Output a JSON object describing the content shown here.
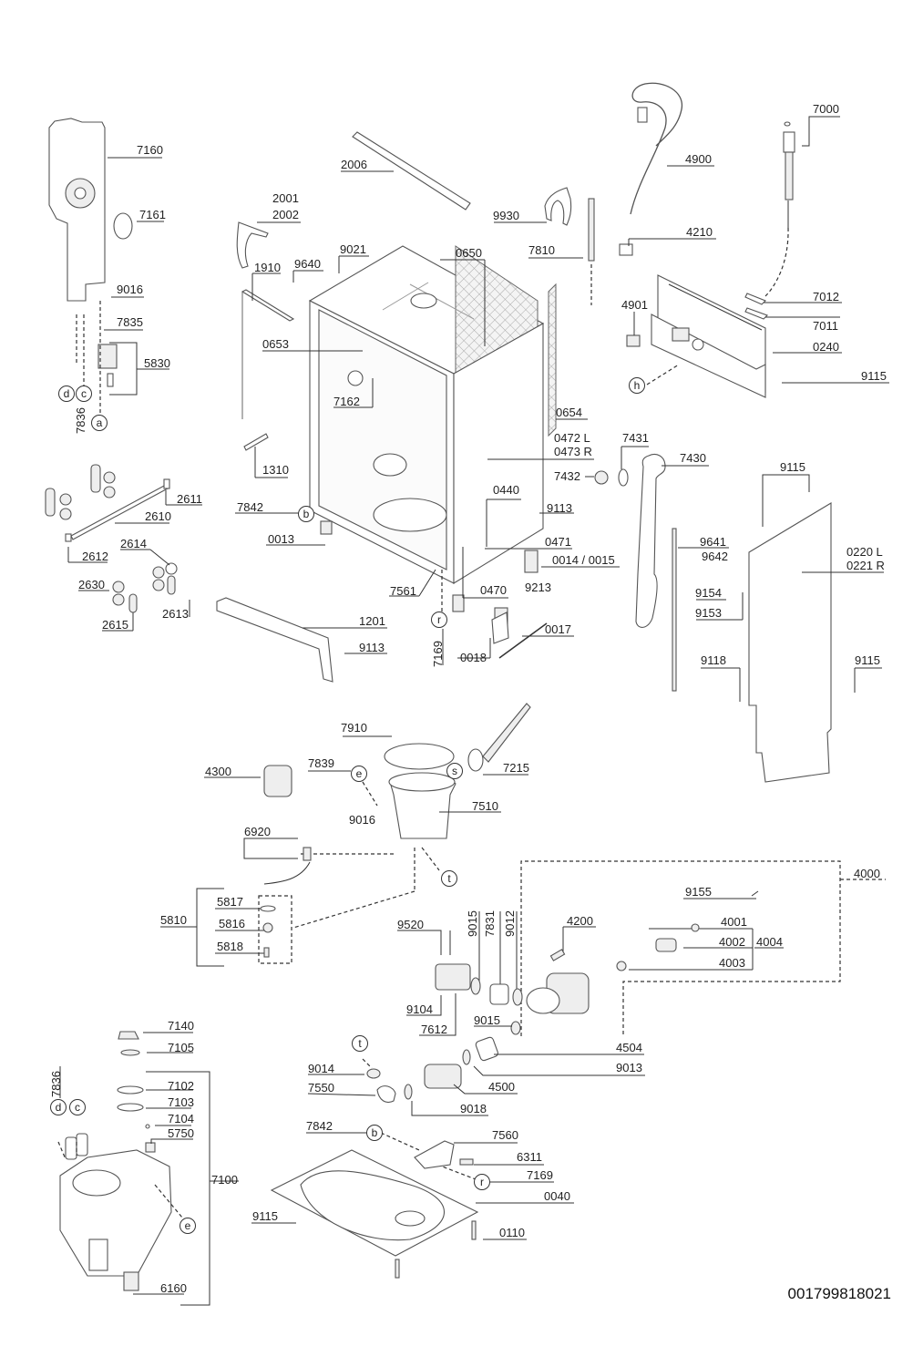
{
  "document_id": "001799818021",
  "groups": {
    "water_softener_side": {
      "labels": [
        "7160",
        "7161",
        "9016",
        "7835",
        "5830",
        "7836"
      ],
      "connectors": [
        "a",
        "c",
        "d"
      ]
    },
    "top": {
      "labels": [
        "2006",
        "2001",
        "2002",
        "9930",
        "7810",
        "1910",
        "9640",
        "9021",
        "0650",
        "0653"
      ]
    },
    "power_and_bracket": {
      "labels": [
        "7000",
        "4900",
        "4210",
        "4901",
        "7012",
        "7011",
        "0240",
        "9115"
      ],
      "connectors": [
        "h"
      ]
    },
    "tub": {
      "labels": [
        "7162",
        "0654",
        "0472 L",
        "0473 R",
        "7432",
        "7431",
        "7430",
        "1310",
        "0440",
        "9113",
        "7842",
        "0013",
        "0471",
        "0014 / 0015",
        "7561",
        "0470",
        "9213",
        "1201",
        "9113",
        "7169",
        "0017",
        "0018"
      ],
      "connectors": [
        "b",
        "r"
      ]
    },
    "door_rails": {
      "labels": [
        "2611",
        "2610",
        "2612",
        "2614",
        "2630",
        "2613",
        "2615"
      ]
    },
    "side_panel": {
      "labels": [
        "9115",
        "0220 L",
        "0221 R",
        "9641",
        "9642",
        "9154",
        "9153",
        "9118",
        "9115"
      ]
    },
    "sump": {
      "labels": [
        "7910",
        "7839",
        "9016",
        "4300",
        "7215",
        "7510",
        "6920"
      ],
      "connectors": [
        "e",
        "s",
        "t"
      ]
    },
    "filter": {
      "labels": [
        "5810",
        "5817",
        "5816",
        "5818"
      ]
    },
    "pump_group": {
      "labels": [
        "4000",
        "9155",
        "4200",
        "4001",
        "4002",
        "4004",
        "4003",
        "9520",
        "9015",
        "7831",
        "9012",
        "9104",
        "7612",
        "9015",
        "4504",
        "9013",
        "9014",
        "7550",
        "4500",
        "9018"
      ],
      "connectors": [
        "t"
      ]
    },
    "softener_tank": {
      "labels": [
        "7140",
        "7105",
        "7836",
        "7102",
        "7103",
        "7104",
        "5750",
        "7100",
        "6160"
      ],
      "connectors": [
        "d",
        "c",
        "e"
      ]
    },
    "base": {
      "labels": [
        "7842",
        "7560",
        "6311",
        "7169",
        "0040",
        "9115",
        "0110"
      ],
      "connectors": [
        "b",
        "r"
      ]
    }
  }
}
